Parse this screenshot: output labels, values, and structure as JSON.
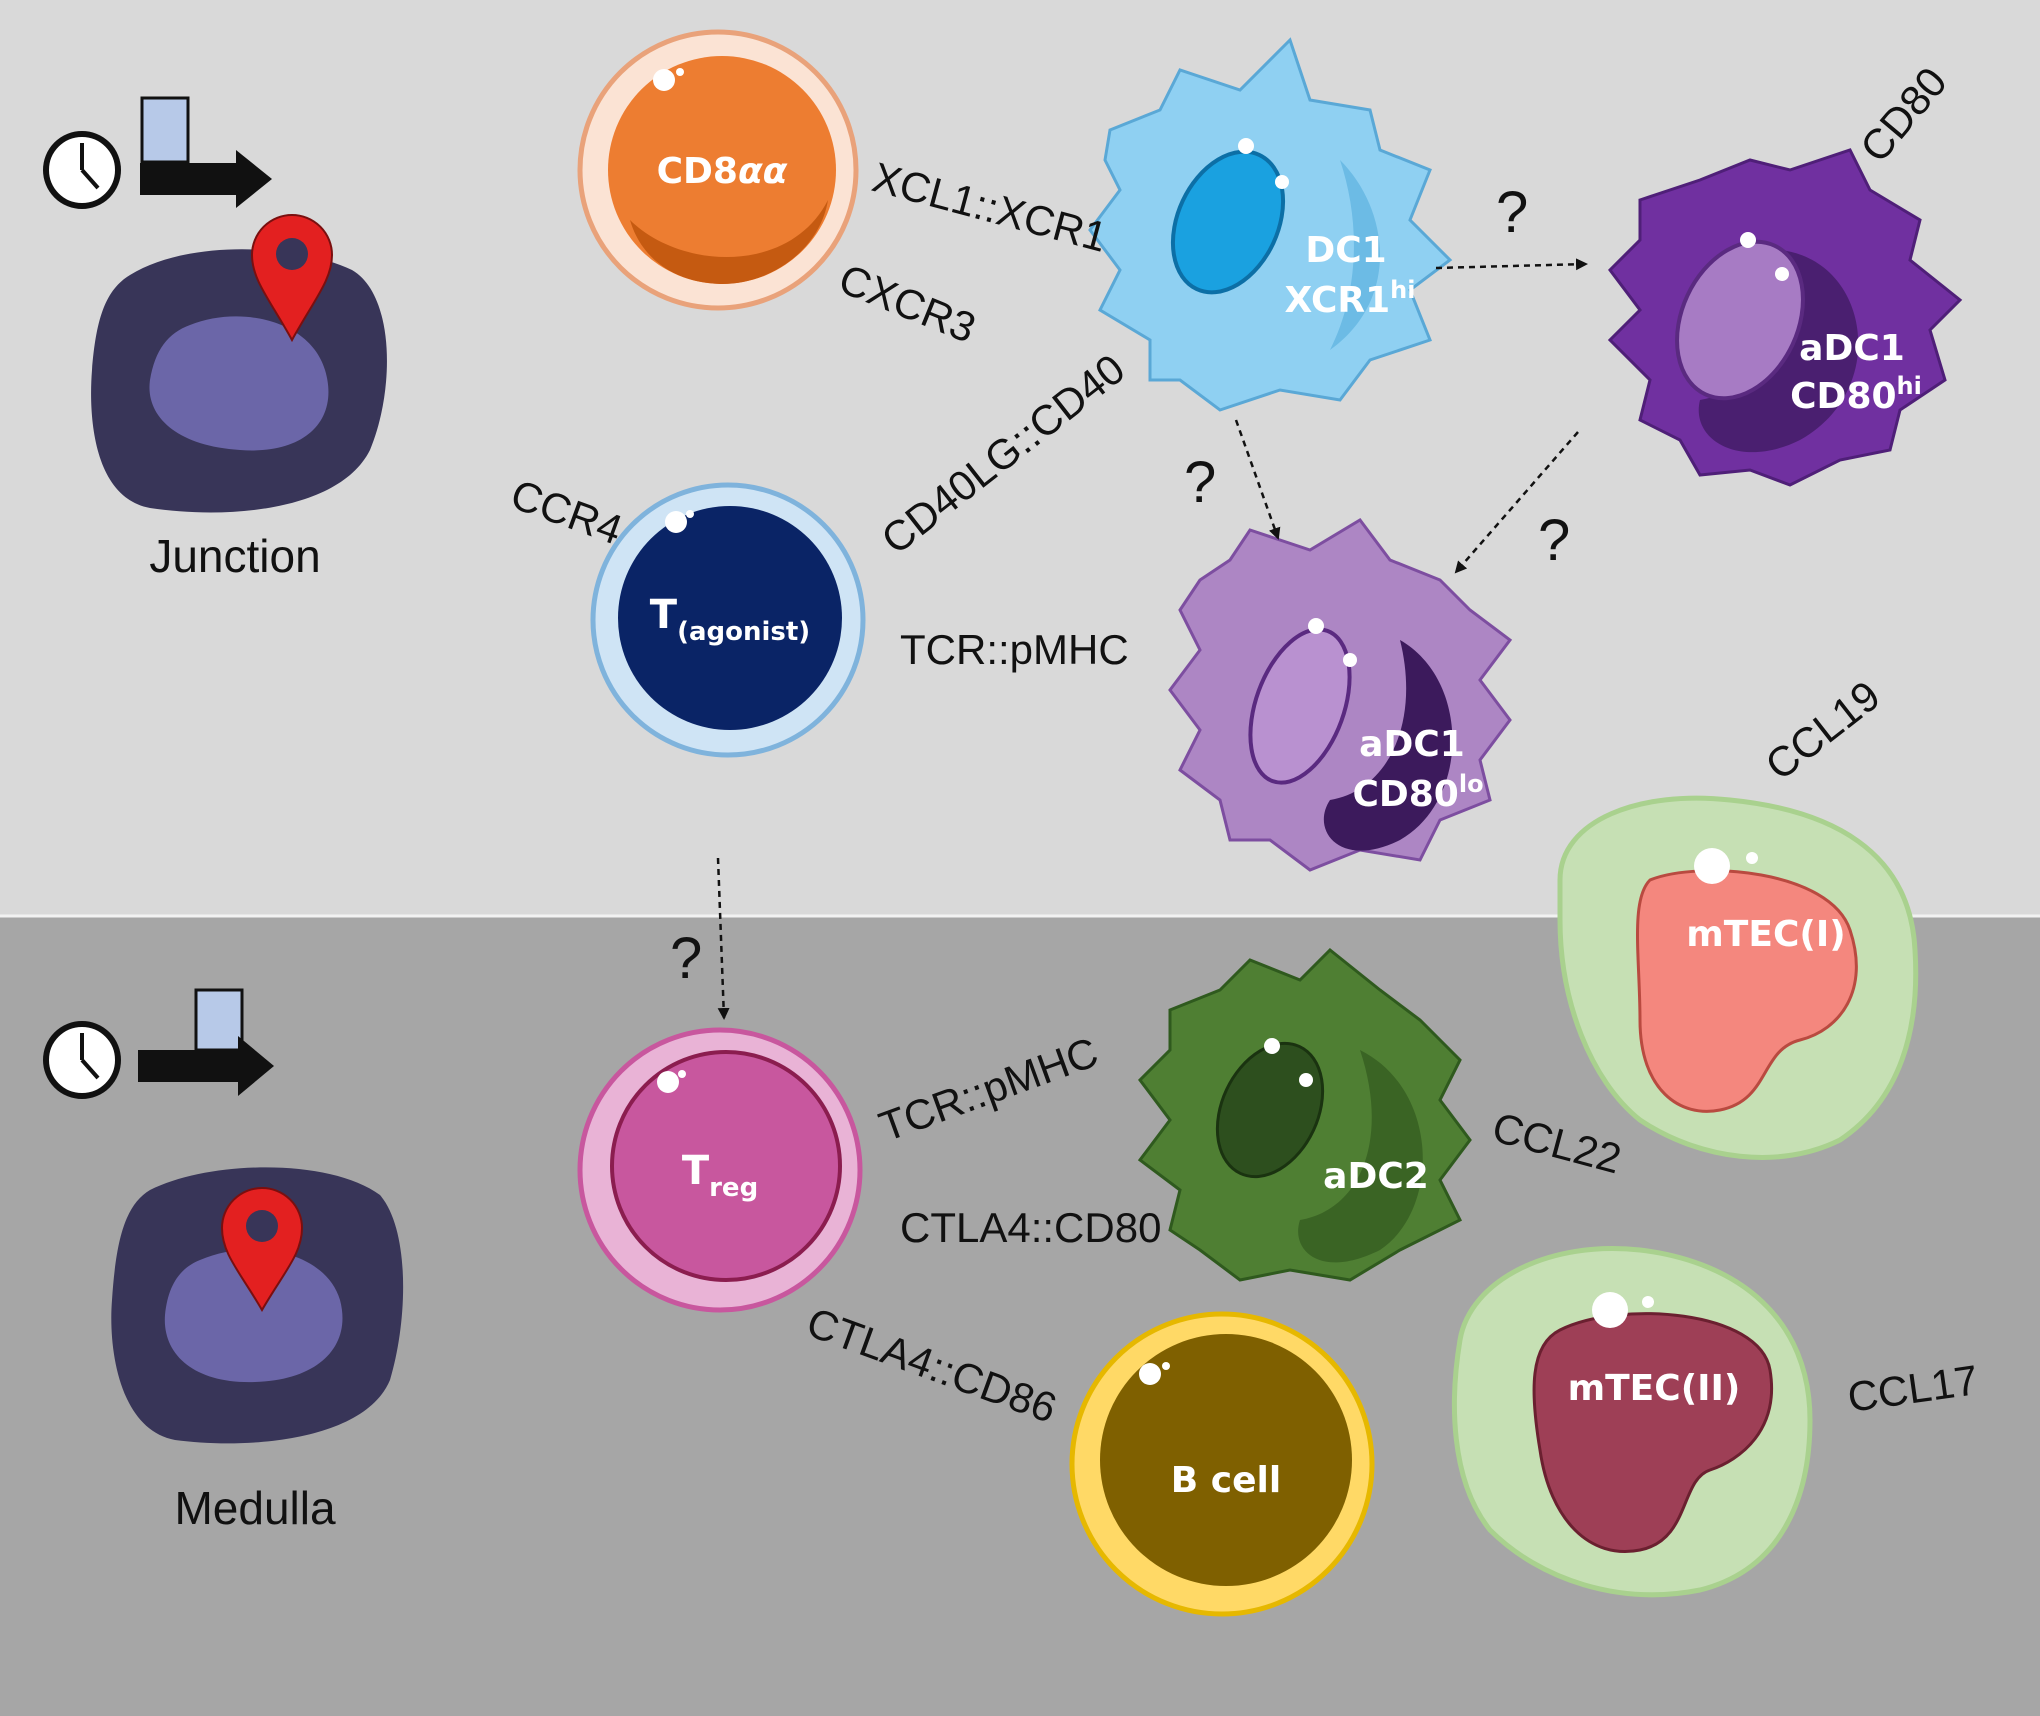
{
  "regions": {
    "junction": "Junction",
    "medulla": "Medulla"
  },
  "cells": {
    "cd8": {
      "main": "CD8",
      "suffix": "αα"
    },
    "dc1": {
      "line1": "DC1",
      "line2": "XCR1",
      "line2_sup": "hi"
    },
    "adc1_hi": {
      "line1": "aDC1",
      "line2": "CD80",
      "line2_sup": "hi"
    },
    "t_agonist": {
      "main": "T",
      "sub": "(agonist)"
    },
    "adc1_lo": {
      "line1": "aDC1",
      "line2": "CD80",
      "line2_sup": "lo"
    },
    "mtec1": {
      "label": "mTEC(I)"
    },
    "treg": {
      "main": "T",
      "sub": "reg"
    },
    "adc2": {
      "label": "aDC2"
    },
    "mtec2": {
      "label": "mTEC(II)"
    },
    "bcell": {
      "label": "B cell"
    }
  },
  "interactions": {
    "xcl1_xcr1": "XCL1::XCR1",
    "cxcr3": "CXCR3",
    "cd80": "CD80",
    "cd40lg_cd40": "CD40LG::CD40",
    "ccr4": "CCR4",
    "tcr_pmhc_top": "TCR::pMHC",
    "ccl19": "CCL19",
    "tcr_pmhc_bottom": "TCR::pMHC",
    "ctla4_cd80": "CTLA4::CD80",
    "ccl22": "CCL22",
    "ctla4_cd86": "CTLA4::CD86",
    "ccl17": "CCL17"
  },
  "question_mark": "?",
  "colors": {
    "top_bg": "#d9d9d9",
    "bottom_bg": "#a6a6a6",
    "cd8": "#ed7d31",
    "dc1": "#8fd0f2",
    "adc1_hi": "#7030a0",
    "t_agonist": "#0a2466",
    "adc1_lo": "#ad86c4",
    "mtec1": "#f4877e",
    "treg": "#c8579e",
    "adc2": "#4f7f33",
    "mtec2": "#9e3f56",
    "bcell": "#7f6000",
    "pin": "#e32020"
  }
}
